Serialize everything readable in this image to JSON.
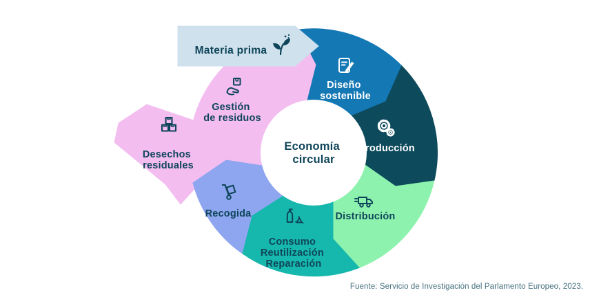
{
  "center": {
    "line1": "Economía",
    "line2": "circular"
  },
  "stages": {
    "materia_prima": {
      "label": "Materia prima",
      "icon": "seedling-icon"
    },
    "diseno_sostenible": {
      "line1": "Diseño",
      "line2": "sostenible",
      "icon": "document-pencil-icon"
    },
    "produccion": {
      "label": "Producción",
      "icon": "gears-icon"
    },
    "distribucion": {
      "label": "Distribución",
      "icon": "truck-icon"
    },
    "consumo": {
      "line1": "Consumo",
      "line2": "Reutilización",
      "line3": "Reparación",
      "icon": "bottle-recycle-icon"
    },
    "recogida": {
      "label": "Recogida",
      "icon": "hand-truck-icon"
    },
    "gestion_residuos": {
      "line1": "Gestión",
      "line2": "de residuos",
      "icon": "hand-box-icon"
    },
    "desechos_residuales": {
      "line1": "Desechos",
      "line2": "residuales",
      "icon": "boxes-icon"
    }
  },
  "source": "Fuente: Servicio de Investigación del Parlamento Europeo, 2023.",
  "colors": {
    "background": "#ffffff",
    "band": "#cfe1ec",
    "blue": "#1478b4",
    "dark_teal": "#0d4a5c",
    "mint": "#8df2ae",
    "teal": "#16b7ac",
    "periwinkle": "#8ea6f0",
    "pink": "#f3bdf0",
    "text_dark": "#0f455a",
    "text_light": "#ffffff",
    "source_text": "#46717f"
  }
}
